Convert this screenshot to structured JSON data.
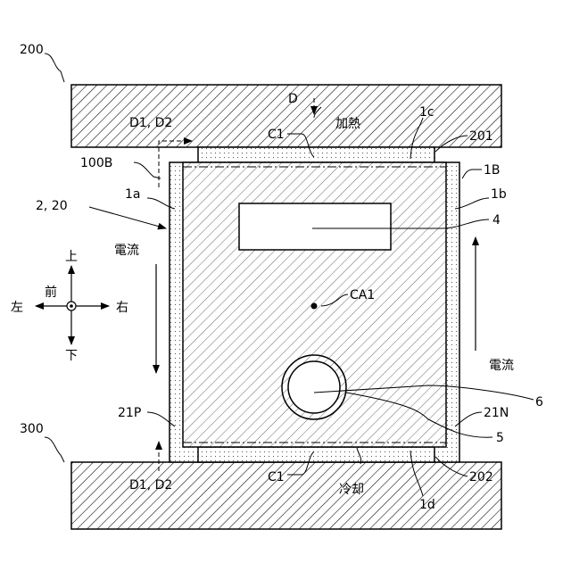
{
  "labels": {
    "l200": "200",
    "l300": "300",
    "heat": "加熱",
    "cool": "冷却",
    "d": "D",
    "d1d2_top": "D1, D2",
    "d1d2_bottom": "D1, D2",
    "c1_top": "C1",
    "c1_bottom": "C1",
    "l1c": "1c",
    "l1d": "1d",
    "l201": "201",
    "l202": "202",
    "l100b": "100B",
    "l1b_upper": "1B",
    "l1a": "1a",
    "l1b": "1b",
    "l2_20": "2, 20",
    "l4": "4",
    "ca1": "CA1",
    "l6": "6",
    "l5": "5",
    "l21p": "21P",
    "l21n": "21N",
    "current_left": "電流",
    "current_right": "電流",
    "dir_up": "上",
    "dir_down": "下",
    "dir_front": "前",
    "dir_left": "左",
    "dir_right": "右"
  }
}
